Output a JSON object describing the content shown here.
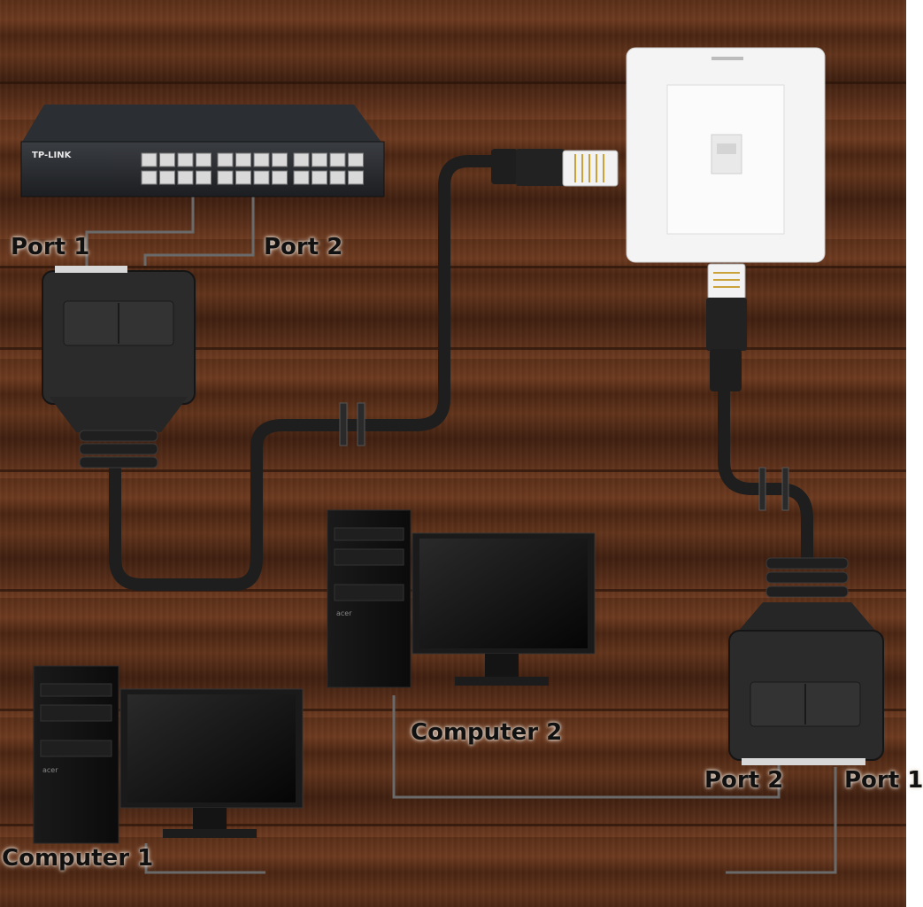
{
  "switch": {
    "brand": "TP-LINK",
    "icon": "network-switch-icon",
    "port_count": 24
  },
  "wall_plate": {
    "icon": "ethernet-wall-jack-icon"
  },
  "labels": {
    "left_port1": "Port 1",
    "left_port2": "Port 2",
    "right_port2": "Port 2",
    "right_port1": "Port 1",
    "computer1": "Computer 1",
    "computer2": "Computer 2"
  },
  "computers": [
    {
      "name": "Computer 1",
      "tower_brand": "acer"
    },
    {
      "name": "Computer 2",
      "tower_brand": "acer"
    }
  ],
  "colors": {
    "cable": "#1e1e1e",
    "connector": "#2b2b2b",
    "wall_plate": "#f4f4f4",
    "label_bg": "#e8dccf",
    "wire": "#6a6a6a"
  }
}
